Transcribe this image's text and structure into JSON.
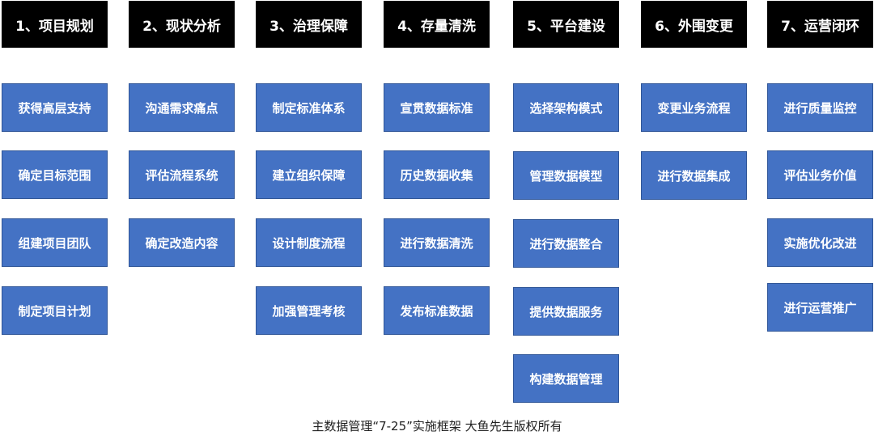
{
  "columns": [
    {
      "header": "1、项目规划",
      "items": [
        "获得高层支持",
        "确定目标范围",
        "组建项目团队",
        "制定项目计划"
      ]
    },
    {
      "header": "2、现状分析",
      "items": [
        "沟通需求痛点",
        "评估流程系统",
        "确定改造内容"
      ]
    },
    {
      "header": "3、治理保障",
      "items": [
        "制定标准体系",
        "建立组织保障",
        "设计制度流程",
        "加强管理考核"
      ]
    },
    {
      "header": "4、存量清洗",
      "items": [
        "宣贯数据标准",
        "历史数据收集",
        "进行数据清洗",
        "发布标准数据"
      ]
    },
    {
      "header": "5、平台建设",
      "items": [
        "选择架构模式",
        "管理数据模型",
        "进行数据整合",
        "提供数据服务",
        "构建数据管理"
      ]
    },
    {
      "header": "6、外围变更",
      "items": [
        "变更业务流程",
        "进行数据集成"
      ]
    },
    {
      "header": "7、运营闭环",
      "items": [
        "进行质量监控",
        "评估业务价值",
        "实施优化改进",
        "进行运营推广"
      ]
    }
  ],
  "footer": "主数据管理“7-25”实施框架  大鱼先生版权所有",
  "colors": {
    "header_bg": "#000000",
    "box_bg": "#4472C4",
    "box_border": "#2F5597",
    "text": "#ffffff"
  }
}
